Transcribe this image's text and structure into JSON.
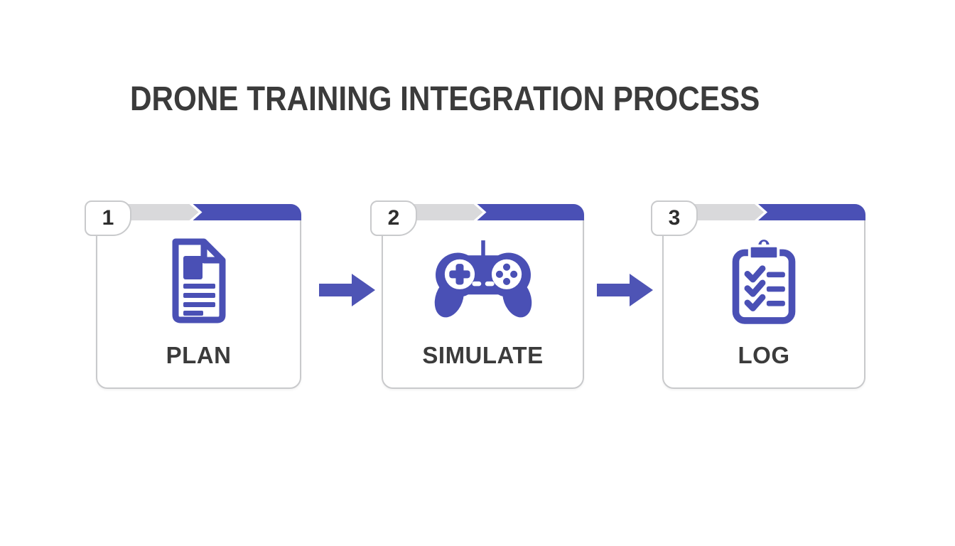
{
  "title": "DRONE TRAINING INTEGRATION PROCESS",
  "steps": [
    {
      "number": "1",
      "label": "PLAN",
      "icon": "document-icon"
    },
    {
      "number": "2",
      "label": "SIMULATE",
      "icon": "game-controller-icon"
    },
    {
      "number": "3",
      "label": "LOG",
      "icon": "clipboard-checklist-icon"
    }
  ],
  "connectors": [
    {
      "icon": "arrow-right-icon"
    },
    {
      "icon": "arrow-right-icon"
    }
  ],
  "colors": {
    "accent": "#4A50B5",
    "header_gray": "#D9D9DB",
    "card_border": "#C9CACC",
    "title_text": "#3B3B3B",
    "label_text": "#3B3B3B",
    "badge_text": "#2E2E2E",
    "background": "#FFFFFF"
  }
}
